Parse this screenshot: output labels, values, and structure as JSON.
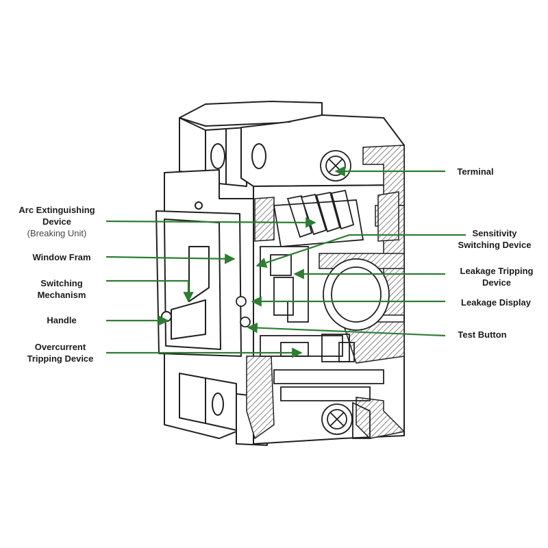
{
  "colors": {
    "leader": "#2e7d32",
    "ink": "#1f1f1f",
    "hatch": "#555555",
    "background": "#ffffff"
  },
  "left_labels": {
    "arc_extinguishing": {
      "line1": "Arc Extinguishing",
      "line2": "Device",
      "line3": "(Breaking Unit)"
    },
    "window_frame": {
      "line1": "Window Fram"
    },
    "switching_mechanism": {
      "line1": "Switching",
      "line2": "Mechanism"
    },
    "handle": {
      "line1": "Handle"
    },
    "overcurrent": {
      "line1": "Overcurrent",
      "line2": "Tripping Device"
    }
  },
  "right_labels": {
    "terminal": {
      "line1": "Terminal"
    },
    "sensitivity": {
      "line1": "Sensitivity",
      "line2": "Switching Device"
    },
    "leakage_tripping": {
      "line1": "Leakage Tripping",
      "line2": "Device"
    },
    "leakage_display": {
      "line1": "Leakage Display"
    },
    "test_button": {
      "line1": "Test Button"
    }
  }
}
